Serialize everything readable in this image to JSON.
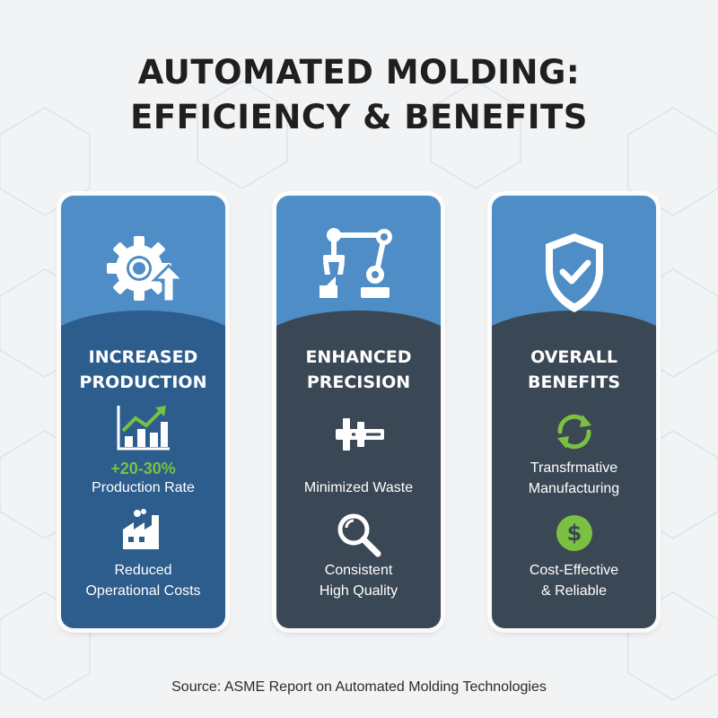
{
  "title": {
    "line1": "AUTOMATED MOLDING:",
    "line2": "EFFICIENCY & BENEFITS"
  },
  "colors": {
    "card_top": "#4e8dc6",
    "card1_bottom": "#2c5d8d",
    "card_dark_bottom": "#3a4754",
    "accent_green": "#7bc043",
    "background": "#f1f3f5"
  },
  "cards": [
    {
      "icon": "gear-arrow-up-icon",
      "heading_line1": "INCREASED",
      "heading_line2": "PRODUCTION",
      "item1": {
        "icon": "bar-chart-trend-icon",
        "stat": "+20-30%",
        "label": "Production Rate"
      },
      "item2": {
        "icon": "factory-icon",
        "label_line1": "Reduced",
        "label_line2": "Operational Costs"
      }
    },
    {
      "icon": "robotic-arm-icon",
      "heading_line1": "ENHANCED",
      "heading_line2": "PRECISION",
      "item1": {
        "icon": "caliper-icon",
        "label": "Minimized Waste"
      },
      "item2": {
        "icon": "magnifier-icon",
        "label_line1": "Consistent",
        "label_line2": "High Quality"
      }
    },
    {
      "icon": "shield-check-icon",
      "heading_line1": "OVERALL",
      "heading_line2": "BENEFITS",
      "item1": {
        "icon": "refresh-cycle-icon",
        "label_line1": "Transfrmative",
        "label_line2": "Manufacturing"
      },
      "item2": {
        "icon": "dollar-coin-icon",
        "label_line1": "Cost-Effective",
        "label_line2": "& Reliable"
      }
    }
  ],
  "source": "Source: ASME Report on Automated Molding Technologies"
}
